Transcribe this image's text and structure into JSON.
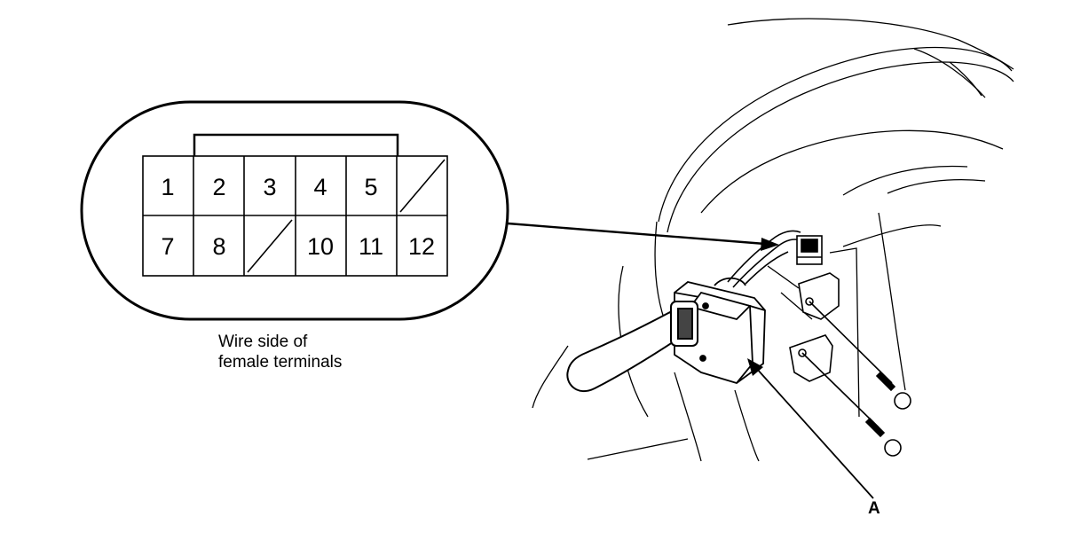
{
  "diagram": {
    "connector": {
      "pins_top": [
        "1",
        "2",
        "3",
        "4",
        "5",
        ""
      ],
      "pins_bottom": [
        "7",
        "8",
        "",
        "10",
        "11",
        "12"
      ],
      "caption_line1": "Wire side of",
      "caption_line2": "female terminals"
    },
    "callout_label": "A"
  }
}
